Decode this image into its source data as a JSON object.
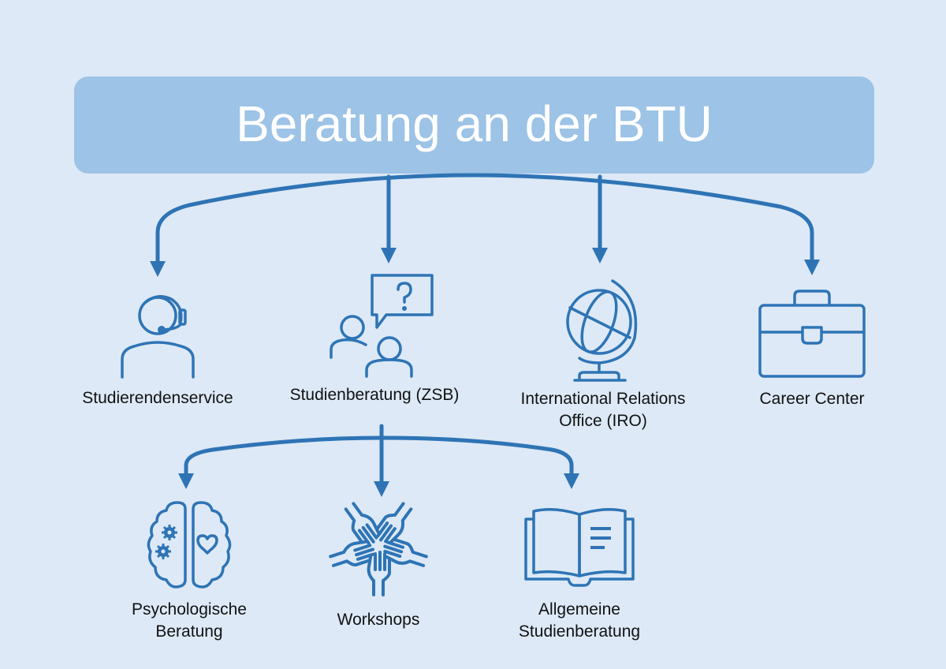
{
  "title": "Beratung an der BTU",
  "colors": {
    "background": "#dde9f6",
    "title_box": "#9dc3e6",
    "accent": "#2e74b5",
    "title_text": "#ffffff"
  },
  "top_level": [
    {
      "label": "Studierendenservice",
      "icon": "headset-person-icon"
    },
    {
      "label": "Studienberatung (ZSB)",
      "icon": "people-question-icon"
    },
    {
      "label": "International Relations\nOffice (IRO)",
      "icon": "globe-icon"
    },
    {
      "label": "Career Center",
      "icon": "briefcase-icon"
    }
  ],
  "sub_level": {
    "parent": "Studienberatung (ZSB)",
    "items": [
      {
        "label": "Psychologische\nBeratung",
        "icon": "brain-icon"
      },
      {
        "label": "Workshops",
        "icon": "hands-icon"
      },
      {
        "label": "Allgemeine\nStudienberatung",
        "icon": "book-icon"
      }
    ]
  }
}
